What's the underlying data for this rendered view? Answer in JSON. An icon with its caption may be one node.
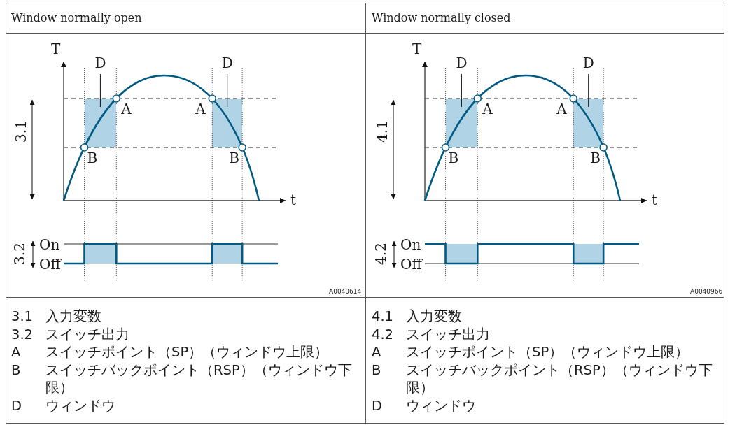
{
  "diagram": {
    "nodes": [
      {
        "text": [
          "D"
        ]
      },
      {
        "text": [
          "D"
        ]
      },
      {
        "text": [],
        "shape": "box"
      },
      {
        "text": [],
        "shape": "box"
      },
      {
        "text": [
          "D"
        ]
      },
      {
        "text": [
          "D"
        ]
      },
      {
        "text": [],
        "shape": "box"
      },
      {
        "text": [],
        "shape": "box"
      }
    ],
    "edges": [
      {
        "from": 0,
        "to": 2,
        "arrow": "none"
      },
      {
        "from": 1,
        "to": 3,
        "arrow": "none"
      },
      {
        "from": 4,
        "to": 6,
        "arrow": "none"
      },
      {
        "from": 5,
        "to": 7,
        "arrow": "none"
      }
    ],
    "labels": [
      "Window normally open",
      "Window normally closed",
      "T",
      "3.1",
      "A",
      "A",
      "B",
      "B",
      "t",
      "3.2",
      "On",
      "Off",
      "A0040614",
      "T",
      "4.1",
      "A",
      "A",
      "B",
      "B",
      "t",
      "4.2",
      "On",
      "Off",
      "A0040966",
      "3.1",
      "入力変数",
      "3.2",
      "スイッチ出力",
      "A",
      "スイッチポイント（SP）（ウィンドウ上限）",
      "B",
      "スイッチバックポイント（RSP）（ウィンドウ下限）",
      "D",
      "ウィンドウ",
      "4.1",
      "入力変数",
      "4.2",
      "スイッチ出力",
      "A",
      "スイッチポイント（SP）（ウィンドウ上限）",
      "B",
      "スイッチバックポイント（RSP）（ウィンドウ下限）",
      "D",
      "ウィンドウ"
    ]
  }
}
